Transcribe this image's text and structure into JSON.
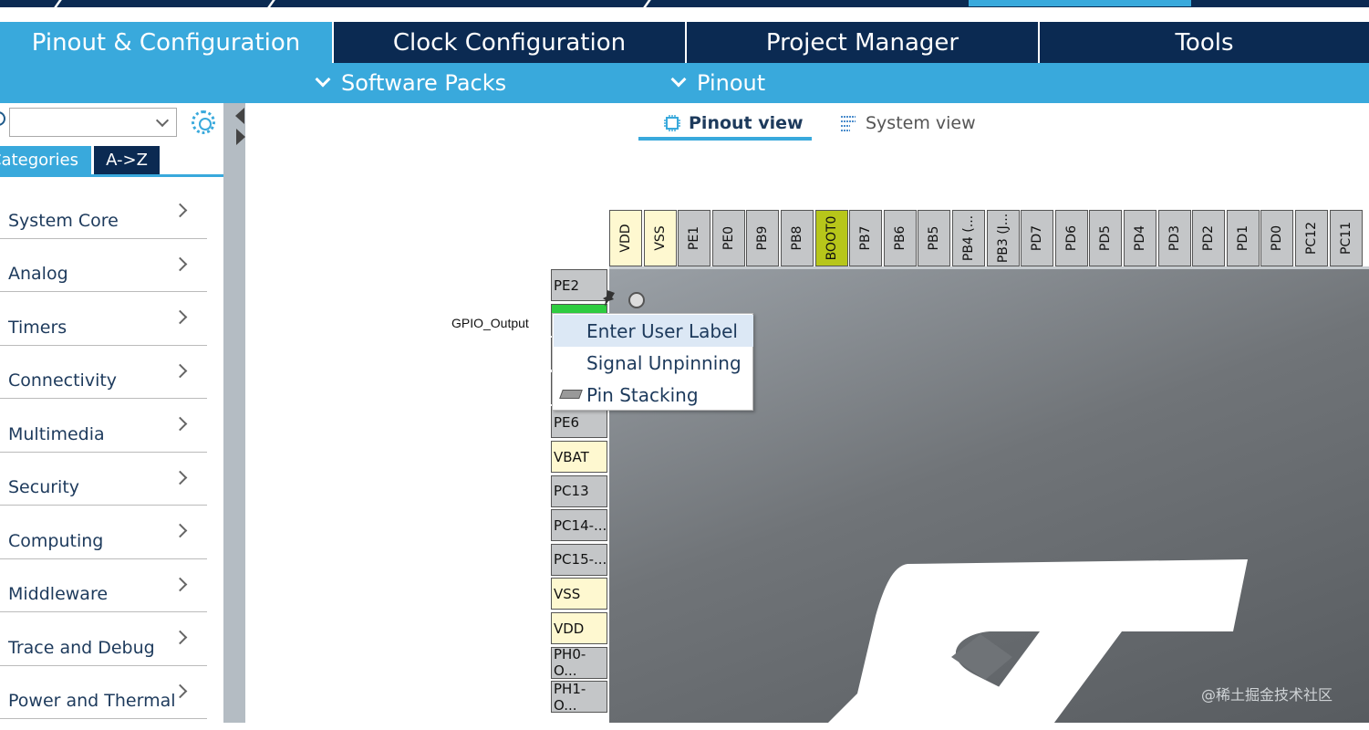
{
  "main_tabs": [
    "Pinout & Configuration",
    "Clock Configuration",
    "Project Manager",
    "Tools"
  ],
  "sub_tabs": [
    "Software Packs",
    "Pinout"
  ],
  "sidebar": {
    "search_value": "",
    "tabs": [
      "Categories",
      "A->Z"
    ],
    "categories": [
      "System Core",
      "Analog",
      "Timers",
      "Connectivity",
      "Multimedia",
      "Security",
      "Computing",
      "Middleware",
      "Trace and Debug",
      "Power and Thermal"
    ]
  },
  "view_tabs": [
    "Pinout view",
    "System view"
  ],
  "top_pins": [
    "VDD",
    "VSS",
    "PE1",
    "PE0",
    "PB9",
    "PB8",
    "BOOT0",
    "PB7",
    "PB6",
    "PB5",
    "PB4 (...",
    "PB3 (J...",
    "PD7",
    "PD6",
    "PD5",
    "PD4",
    "PD3",
    "PD2",
    "PD1",
    "PD0",
    "PC12",
    "PC11"
  ],
  "left_pins": [
    "PE2",
    "",
    "",
    "",
    "PE6",
    "VBAT",
    "PC13",
    "PC14-...",
    "PC15-...",
    "VSS",
    "VDD",
    "PH0-O...",
    "PH1-O..."
  ],
  "pin_label": "GPIO_Output",
  "context_menu": [
    "Enter User Label",
    "Signal Unpinning",
    "Pin Stacking"
  ],
  "watermark": "@稀土掘金技术社区",
  "colors": {
    "navy": "#0b2a52",
    "accent": "#39a9dc",
    "pin_power": "#fef8d0",
    "pin_boot": "#b7c61a",
    "pin_active": "#2ecc40"
  }
}
